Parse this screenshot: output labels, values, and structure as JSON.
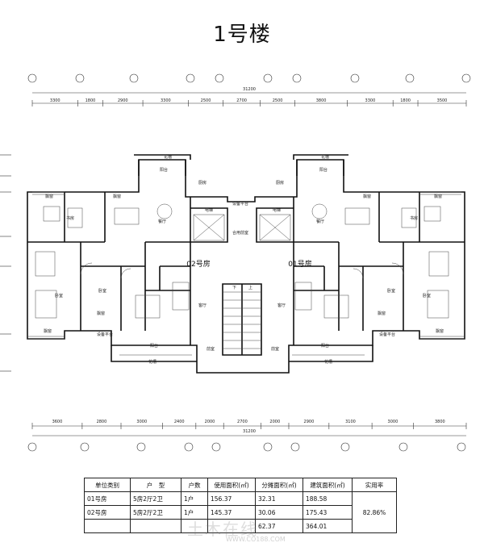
{
  "title": "1号楼",
  "top_total": "31200",
  "top_segments": [
    "3300",
    "1800",
    "2900",
    "3300",
    "2500",
    "2700",
    "2500",
    "3800",
    "3300",
    "1800",
    "3500"
  ],
  "bottom_total": "31200",
  "bottom_segments": [
    "3600",
    "2800",
    "3000",
    "2400",
    "2000",
    "2700",
    "2000",
    "2900",
    "3100",
    "3000",
    "3800"
  ],
  "units": {
    "left": "02号房",
    "right": "01号房"
  },
  "rooms": {
    "balcony_top_left": "阳台",
    "kitchen_left": "厨房",
    "dining_left": "餐厅",
    "balcony_top_right": "阳台",
    "kitchen_right": "厨房",
    "dining_right": "餐厅",
    "bedroom_l1": "飘窗",
    "bedroom_l2": "飘窗",
    "study_left": "书房",
    "bedroom_l3": "卧室",
    "bedroom_l4": "卧室",
    "bedroom_l5": "飘窗",
    "bedroom_l6": "飘窗",
    "living_left": "客厅",
    "bedroom_r1": "飘窗",
    "bedroom_r2": "飘窗",
    "study_right": "书房",
    "bedroom_r3": "卧室",
    "bedroom_r4": "卧室",
    "bedroom_r5": "飘窗",
    "bedroom_r6": "飘窗",
    "living_right": "客厅",
    "equip_top": "设备平台",
    "equip_left": "设备平台",
    "equip_right": "设备平台",
    "lobby": "合用前室",
    "balcony_bottom_left": "阳台",
    "balcony_bottom_right": "阳台",
    "front_left": "前室",
    "front_right": "前室",
    "flower_top_left": "花槽",
    "flower_top_right": "花槽",
    "flower_bottom_left": "花槽",
    "flower_bottom_right": "花槽",
    "stair_down": "下",
    "stair_up": "上",
    "elev_left": "电梯",
    "elev_right": "电梯"
  },
  "table": {
    "headers": [
      "单位类别",
      "户　型",
      "户数",
      "使用面积(㎡)",
      "分摊面积(㎡)",
      "建筑面积(㎡)",
      "实用率"
    ],
    "rows": [
      [
        "01号房",
        "5房2厅2卫",
        "1户",
        "156.37",
        "32.31",
        "188.58"
      ],
      [
        "02号房",
        "5房2厅2卫",
        "1户",
        "145.37",
        "30.06",
        "175.43"
      ],
      [
        "",
        "",
        "",
        "",
        "62.37",
        "364.01"
      ]
    ],
    "rate": "82.86%"
  },
  "watermark": "土木在线",
  "watermark_sub": "WWW.CO188.COM"
}
